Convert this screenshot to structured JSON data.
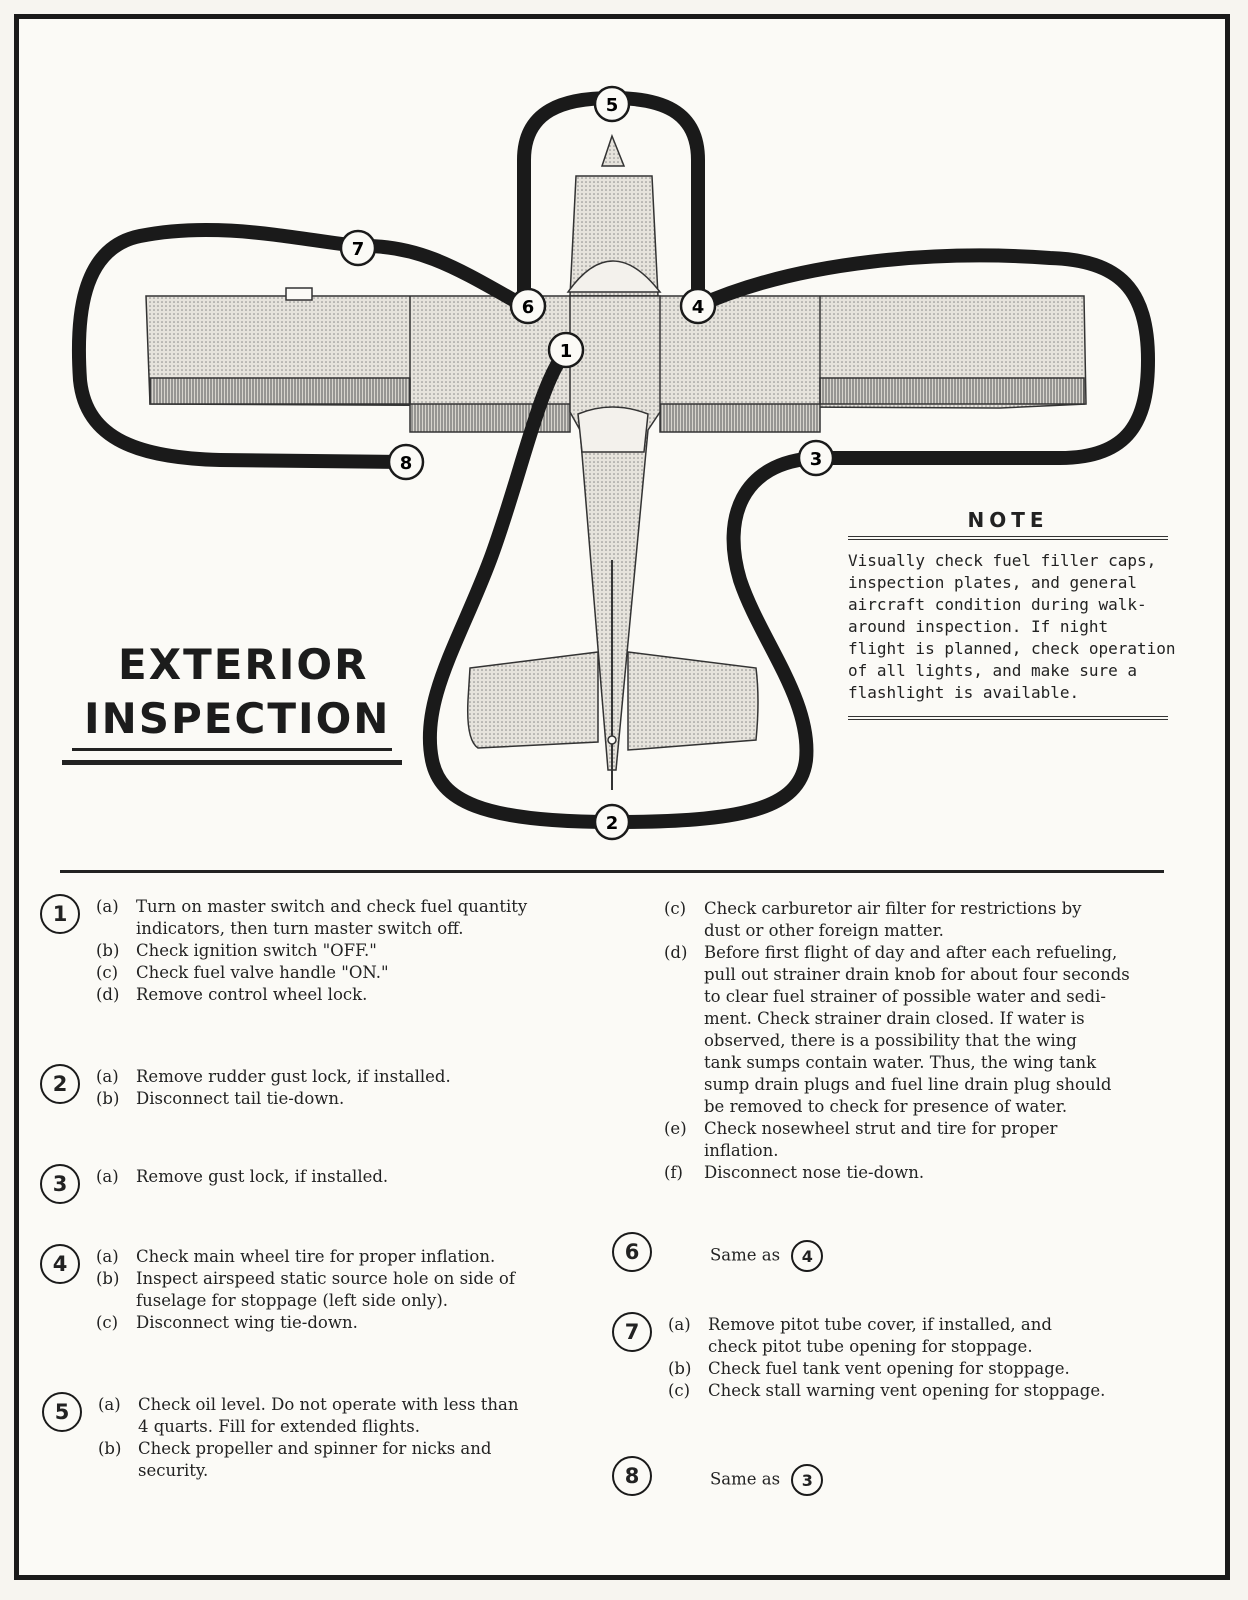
{
  "title": {
    "line1": "EXTERIOR",
    "line2": "INSPECTION"
  },
  "note": {
    "title": "NOTE",
    "lines": [
      "Visually check fuel filler caps,",
      "inspection plates, and general",
      "aircraft condition during walk-",
      "around inspection. If night",
      "flight is planned, check operation",
      "of all lights, and make sure a",
      "flashlight is available."
    ]
  },
  "diagram_points": [
    "1",
    "2",
    "3",
    "4",
    "5",
    "6",
    "7",
    "8"
  ],
  "steps": {
    "s1": {
      "num": "1",
      "items": [
        {
          "key": "(a)",
          "lines": [
            "Turn on master switch and check fuel quantity",
            "indicators, then turn master switch off."
          ]
        },
        {
          "key": "(b)",
          "lines": [
            "Check ignition switch \"OFF.\""
          ]
        },
        {
          "key": "(c)",
          "lines": [
            "Check fuel valve handle \"ON.\""
          ]
        },
        {
          "key": "(d)",
          "lines": [
            "Remove control wheel lock."
          ]
        }
      ]
    },
    "s2": {
      "num": "2",
      "items": [
        {
          "key": "(a)",
          "lines": [
            "Remove rudder gust lock, if installed."
          ]
        },
        {
          "key": "(b)",
          "lines": [
            "Disconnect tail tie-down."
          ]
        }
      ]
    },
    "s3": {
      "num": "3",
      "items": [
        {
          "key": "(a)",
          "lines": [
            "Remove gust lock, if installed."
          ]
        }
      ]
    },
    "s4": {
      "num": "4",
      "items": [
        {
          "key": "(a)",
          "lines": [
            "Check main wheel tire for proper inflation."
          ]
        },
        {
          "key": "(b)",
          "lines": [
            "Inspect airspeed static source hole on side of",
            "fuselage for stoppage (left side only)."
          ]
        },
        {
          "key": "(c)",
          "lines": [
            "Disconnect wing tie-down."
          ]
        }
      ]
    },
    "s5": {
      "num": "5",
      "items": [
        {
          "key": "(a)",
          "lines": [
            "Check oil level. Do not operate with less than",
            "4 quarts. Fill for extended flights."
          ]
        },
        {
          "key": "(b)",
          "lines": [
            "Check propeller and spinner for nicks and",
            "security."
          ]
        }
      ]
    },
    "s5cont": {
      "items": [
        {
          "key": "(c)",
          "lines": [
            "Check carburetor air filter for restrictions by",
            "dust or other foreign matter."
          ]
        },
        {
          "key": "(d)",
          "lines": [
            "Before first flight of day and after each refueling,",
            "pull out strainer drain knob for about four seconds",
            "to clear fuel strainer of possible water and sedi-",
            "ment. Check strainer drain closed. If water is",
            "observed, there is a possibility that the wing",
            "tank sumps contain water. Thus, the wing tank",
            "sump drain plugs and fuel line drain plug should",
            "be removed to check for presence of water."
          ]
        },
        {
          "key": "(e)",
          "lines": [
            "Check nosewheel strut and tire for proper",
            "inflation."
          ]
        },
        {
          "key": "(f)",
          "lines": [
            "Disconnect nose tie-down."
          ]
        }
      ]
    },
    "s6": {
      "num": "6",
      "same_label": "Same as",
      "ref": "4"
    },
    "s7": {
      "num": "7",
      "items": [
        {
          "key": "(a)",
          "lines": [
            "Remove pitot tube cover, if installed, and",
            "check pitot tube opening for stoppage."
          ]
        },
        {
          "key": "(b)",
          "lines": [
            "Check fuel tank vent opening for stoppage."
          ]
        },
        {
          "key": "(c)",
          "lines": [
            "Check stall warning vent opening for stoppage."
          ]
        }
      ]
    },
    "s8": {
      "num": "8",
      "same_label": "Same as",
      "ref": "3"
    }
  }
}
